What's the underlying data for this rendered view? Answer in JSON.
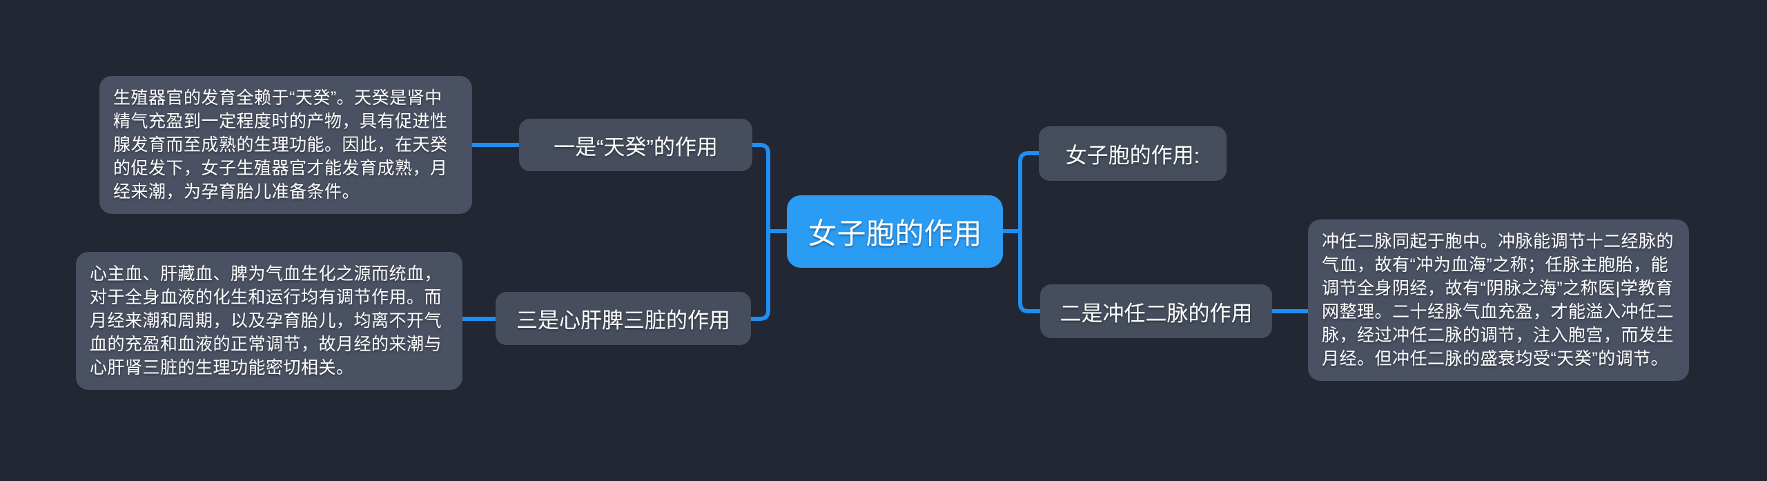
{
  "root": {
    "label": "女子胞的作用"
  },
  "left": {
    "tiangui": {
      "label": "一是“天癸”的作用",
      "note": "生殖器官的发育全赖于“天癸”。天癸是肾中精气充盈到一定程度时的产物，具有促进性腺发育而至成熟的生理功能。因此，在天癸的促发下，女子生殖器官才能发育成熟，月经来潮，为孕育胎儿准备条件。"
    },
    "sanzang": {
      "label": "三是心肝脾三脏的作用",
      "note": "心主血、肝藏血、脾为气血生化之源而统血，对于全身血液的化生和运行均有调节作用。而月经来潮和周期，以及孕育胎儿，均离不开气血的充盈和血液的正常调节，故月经的来潮与心肝肾三脏的生理功能密切相关。"
    }
  },
  "right": {
    "header": {
      "label": "女子胞的作用:"
    },
    "chongren": {
      "label": "二是冲任二脉的作用",
      "note": "冲任二脉同起于胞中。冲脉能调节十二经脉的气血，故有“冲为血海”之称；任脉主胞胎，能调节全身阴经，故有“阴脉之海”之称医|学教育网整理。二十经脉气血充盈，才能溢入冲任二脉，经过冲任二脉的调节，注入胞宫，而发生月经。但冲任二脉的盛衰均受“天癸”的调节。"
    }
  },
  "colors": {
    "background": "#232733",
    "note_box": "#4a5162",
    "node_box": "#464e5d",
    "root_node": "#2b9cf4",
    "connector": "#1e8ef2",
    "text": "#ffffff"
  }
}
